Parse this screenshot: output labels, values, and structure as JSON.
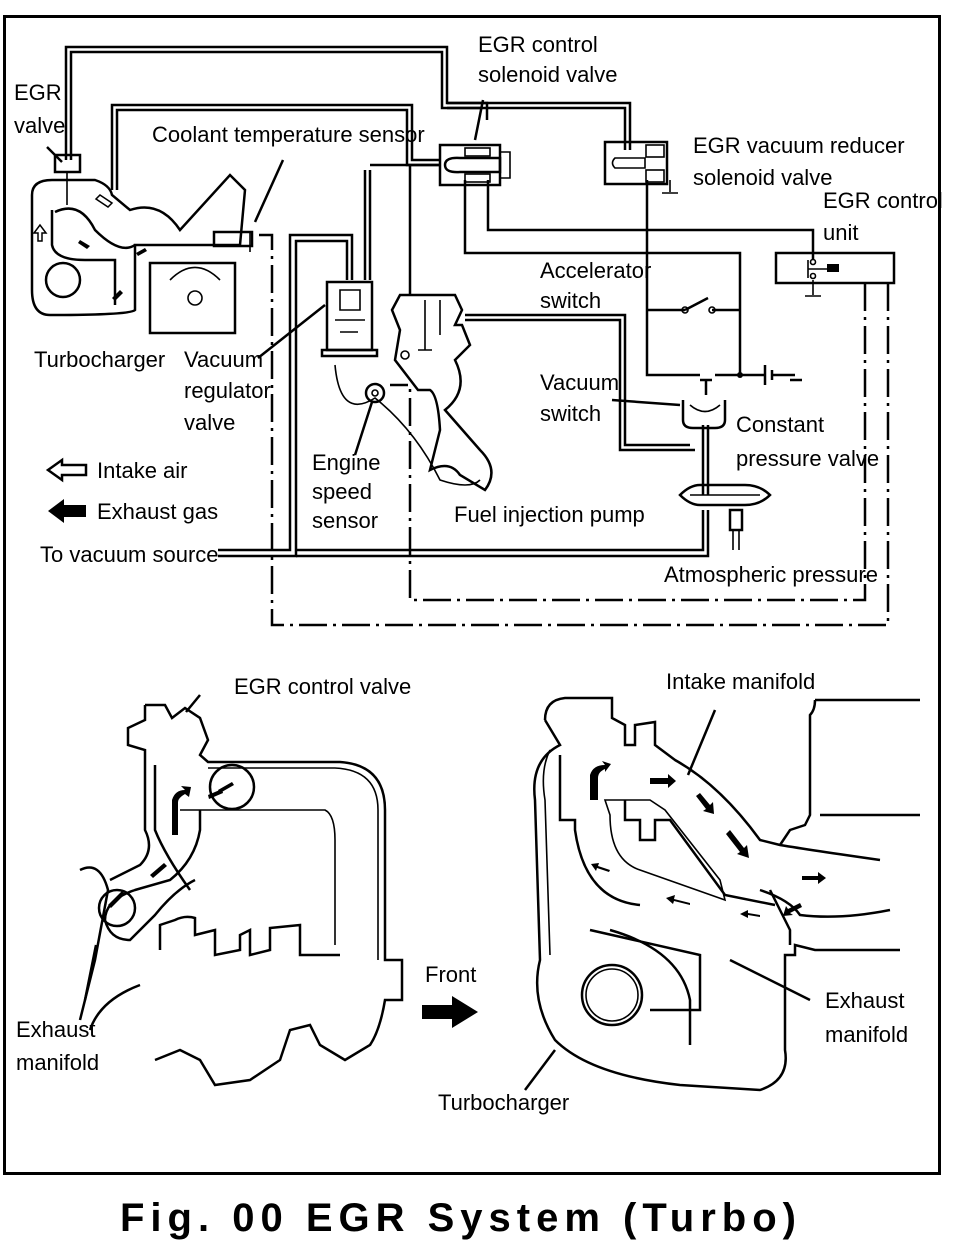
{
  "diagram": {
    "top_labels": {
      "egr_valve_1": "EGR",
      "egr_valve_2": "valve",
      "coolant_sensor": "Coolant temperature sensor",
      "egr_control_solenoid_1": "EGR control",
      "egr_control_solenoid_2": "solenoid valve",
      "egr_vacuum_reducer_1": "EGR vacuum reducer",
      "egr_vacuum_reducer_2": "solenoid valve",
      "egr_control_unit_1": "EGR control",
      "egr_control_unit_2": "unit",
      "accelerator_switch_1": "Accelerator",
      "accelerator_switch_2": "switch",
      "turbocharger": "Turbocharger",
      "vacuum_regulator_1": "Vacuum",
      "vacuum_regulator_2": "regulator",
      "vacuum_regulator_3": "valve",
      "vacuum_switch_1": "Vacuum",
      "vacuum_switch_2": "switch",
      "constant_pressure_1": "Constant",
      "constant_pressure_2": "pressure valve",
      "engine_speed_1": "Engine",
      "engine_speed_2": "speed",
      "engine_speed_3": "sensor",
      "fuel_injection_pump": "Fuel injection pump",
      "to_vacuum_source": "To vacuum source",
      "atmospheric_pressure": "Atmospheric pressure"
    },
    "legend": {
      "intake_air": "Intake air",
      "exhaust_gas": "Exhaust gas"
    },
    "bottom_labels": {
      "egr_control_valve": "EGR control valve",
      "exhaust_manifold_left_1": "Exhaust",
      "exhaust_manifold_left_2": "manifold",
      "front": "Front",
      "intake_manifold": "Intake manifold",
      "exhaust_manifold_right_1": "Exhaust",
      "exhaust_manifold_right_2": "manifold",
      "turbocharger": "Turbocharger"
    },
    "caption": "Fig. 00 EGR System (Turbo)"
  }
}
